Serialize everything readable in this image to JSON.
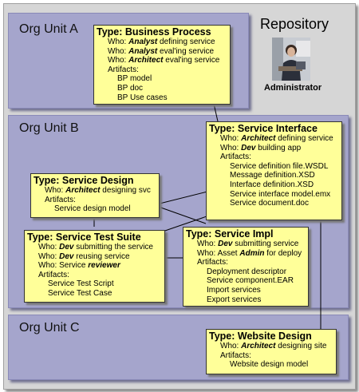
{
  "repository": {
    "title": "Repository",
    "admin_label": "Administrator",
    "admin_icon": "administrator-photo-icon"
  },
  "org_units": {
    "a": "Org Unit A",
    "b": "Org Unit B",
    "c": "Org Unit C"
  },
  "business_process": {
    "title": "Type: Business Process",
    "who": [
      {
        "prefix": "Who: ",
        "role": "Analyst",
        "rest": " defining service"
      },
      {
        "prefix": "Who: ",
        "role": "Analyst",
        "rest": " eval'ing service"
      },
      {
        "prefix": "Who: ",
        "role": "Architect",
        "rest": " eval'ing service"
      }
    ],
    "artifacts_label": "Artifacts:",
    "artifacts": [
      "BP model",
      "BP doc",
      "BP Use cases"
    ]
  },
  "service_interface": {
    "title": "Type: Service Interface",
    "who": [
      {
        "prefix": "Who: ",
        "role": "Architect",
        "rest": " defining service"
      },
      {
        "prefix": "Who: ",
        "role": "Dev",
        "rest": " building app"
      }
    ],
    "artifacts_label": "Artifacts:",
    "artifacts": [
      "Service definition file.WSDL",
      "Message definition.XSD",
      "Interface definition.XSD",
      "Service interface model.emx",
      "Service document.doc"
    ]
  },
  "service_design": {
    "title": "Type: Service Design",
    "who": [
      {
        "prefix": "Who: ",
        "role": "Architect",
        "rest": " designing svc"
      }
    ],
    "artifacts_label": "Artifacts:",
    "artifacts": [
      "Service design model"
    ]
  },
  "service_test_suite": {
    "title": "Type: Service Test Suite",
    "who": [
      {
        "prefix": "Who: ",
        "role": "Dev",
        "rest": " submitting the service"
      },
      {
        "prefix": "Who: ",
        "role": "Dev",
        "rest": " reusing service"
      },
      {
        "prefix": "Who: Service ",
        "role": "reviewer",
        "rest": ""
      }
    ],
    "artifacts_label": "Artifacts:",
    "artifacts": [
      "Service Test Script",
      "Service Test Case"
    ]
  },
  "service_impl": {
    "title": "Type: Service Impl",
    "who": [
      {
        "prefix": "Who: ",
        "role": "Dev",
        "rest": " submitting service"
      },
      {
        "prefix": "Who: Asset ",
        "role": "Admin",
        "rest": " for deploy"
      }
    ],
    "artifacts_label": "Artifacts:",
    "artifacts": [
      "Deployment descriptor",
      "Service component.EAR",
      "Import services",
      "Export services"
    ]
  },
  "website_design": {
    "title": "Type: Website Design",
    "who": [
      {
        "prefix": "Who: ",
        "role": "Architect",
        "rest": " designing site"
      }
    ],
    "artifacts_label": "Artifacts:",
    "artifacts": [
      "Website design model"
    ]
  },
  "colors": {
    "box_fill": "#ffff99",
    "unit_fill": "#a5a5cc",
    "repository_fill": "#d6d6d6"
  }
}
